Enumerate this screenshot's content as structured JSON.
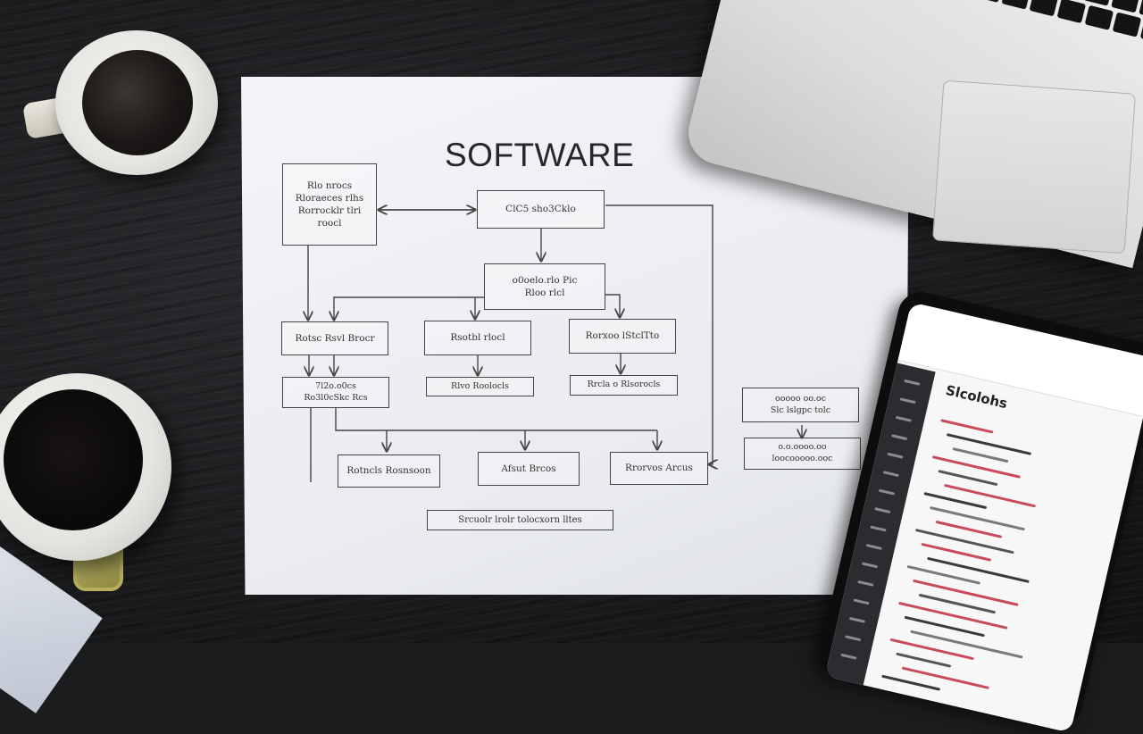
{
  "paper": {
    "title": "SOFTWARE",
    "boxes": {
      "top_left": [
        "Rlo nrocs",
        "Rloraeces  rlhs",
        "Rorrocklr  tlri",
        "roocl"
      ],
      "top_center": "ClC5  sho3Cklo",
      "mid_center": [
        "o0oelo.rlo  Pic",
        "Rloo rlcl"
      ],
      "row1_left": "Rotsc  Rsvl Brocr",
      "row1_center": "Rsotbl  rlocl",
      "row1_right": "Rorxoo  lStclTto",
      "row2_left": [
        "7l2o.o0cs",
        "Ro3l0cSkc  Rcs"
      ],
      "row2_center": "Rlvo  Roolocls",
      "row2_right": "Rrcla  o  Rlsorocls",
      "side_top": [
        "ooooo  oo.oc",
        "Slc  lslgpc  tolc"
      ],
      "side_bottom": [
        "o.o.oooo.oo",
        "loocooooo.ooc"
      ],
      "row3_left": "Rotncls  Rosnsoon",
      "row3_center": "Afsut  Brcos",
      "row3_right": "Rrorvos  Arcus",
      "bottom": "Srcuolr  lrolr  tolocxorn  lltes"
    }
  },
  "tablet": {
    "title": "Slcolohs"
  },
  "colors": {
    "paper": "#eef0f3",
    "ink": "#333333",
    "desk": "#1b1c1e"
  }
}
